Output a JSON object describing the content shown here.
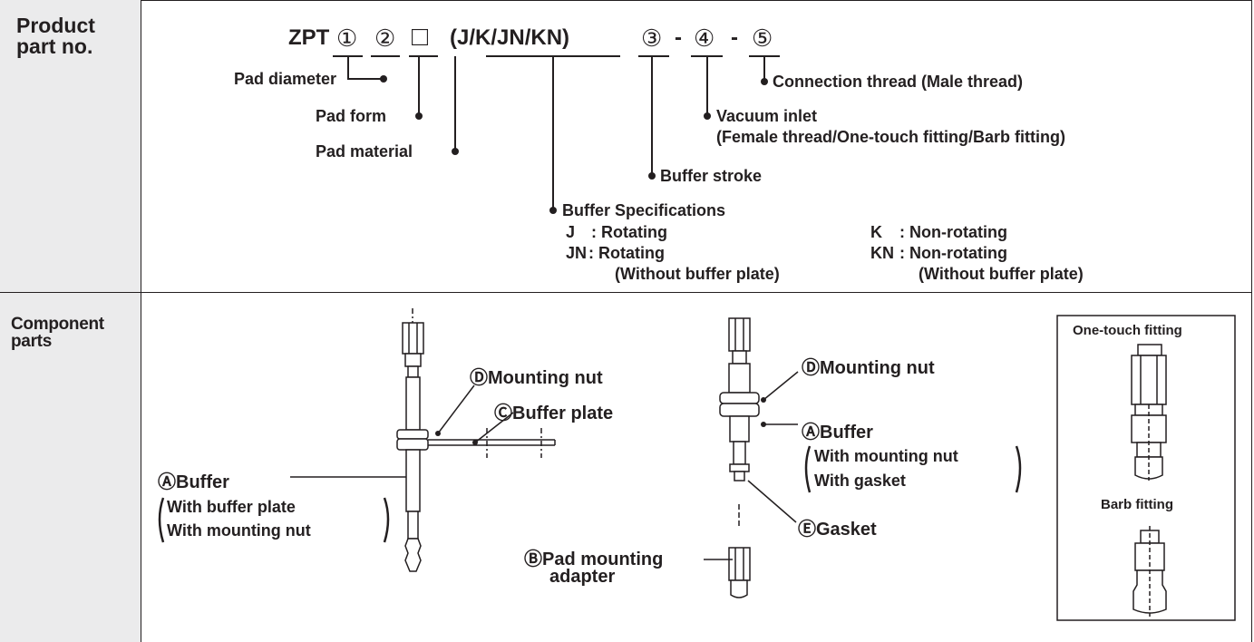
{
  "headers": {
    "product_part_no": [
      "Product",
      "part no."
    ],
    "component_parts": [
      "Component",
      "parts"
    ]
  },
  "part_code": {
    "prefix": "ZPT",
    "slot1": "①",
    "slot2": "②",
    "box": "□",
    "buffer_options": "(J/K/JN/KN)",
    "slot3": "③",
    "dash": "-",
    "slot4": "④",
    "slot5": "⑤"
  },
  "part_labels": {
    "pad_diameter": "Pad diameter",
    "pad_form": "Pad form",
    "pad_material": "Pad material",
    "connection_thread": "Connection thread (Male thread)",
    "vacuum_inlet_line1": "Vacuum inlet",
    "vacuum_inlet_line2": "(Female thread/One-touch fitting/Barb fitting)",
    "buffer_stroke": "Buffer stroke",
    "buffer_spec_title": "Buffer Specifications",
    "spec_j_code": "J",
    "spec_j_text": ": Rotating",
    "spec_jn_code": "JN",
    "spec_jn_text": ": Rotating",
    "spec_jn_note": "(Without buffer plate)",
    "spec_k_code": "K",
    "spec_k_text": ": Non-rotating",
    "spec_kn_code": "KN",
    "spec_kn_text": ": Non-rotating",
    "spec_kn_note": "(Without buffer plate)"
  },
  "component_labels": {
    "d_mounting_nut_left": "ⒹMounting nut",
    "c_buffer_plate": "ⒸBuffer plate",
    "a_buffer_left": "ⒶBuffer",
    "a_left_note1": "With buffer plate",
    "a_left_note2": "With mounting nut",
    "d_mounting_nut_right": "ⒹMounting nut",
    "a_buffer_right": "ⒶBuffer",
    "a_right_note1": "With mounting nut",
    "a_right_note2": "With gasket",
    "e_gasket": "ⒺGasket",
    "b_pad_adapter_line1": "ⒷPad mounting",
    "b_pad_adapter_line2": "adapter",
    "one_touch_fitting": "One-touch fitting",
    "barb_fitting": "Barb fitting"
  }
}
